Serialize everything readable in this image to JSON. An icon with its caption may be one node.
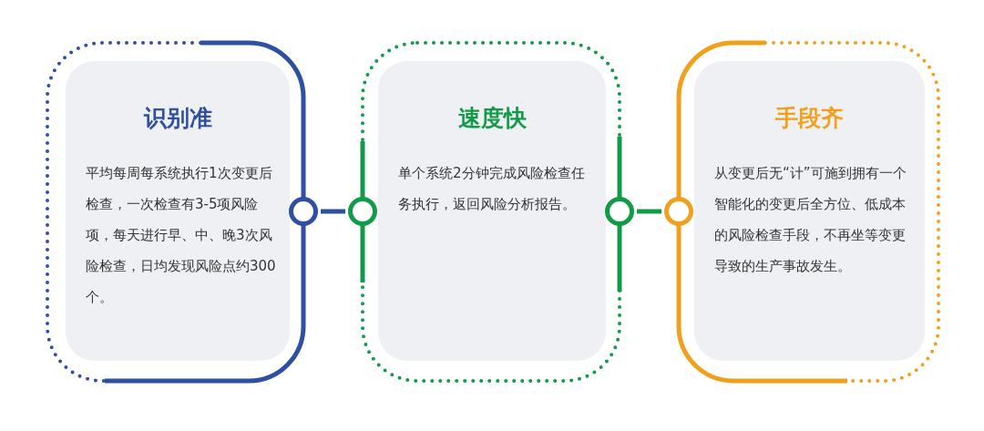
{
  "diagram": {
    "nodes": [
      {
        "text": [
          "识别准",
          "平均每周每系统执行1次变更后检查，一次检查有3-5项风险项，每天进行早、中、晚3次风险检查，日均发现风险点约300个。"
        ]
      },
      {
        "text": [],
        "shape": "circle"
      },
      {
        "text": [],
        "shape": "circle"
      },
      {
        "text": [
          "速度快",
          "单个系统2分钟完成风险检查任务执行，返回风险分析报告。"
        ]
      },
      {
        "text": [],
        "shape": "circle"
      },
      {
        "text": [],
        "shape": "circle"
      },
      {
        "text": [
          "手段齐",
          "从变更后无“计”可施到拥有一个智能化的变更后全方位、低成本的风险检查手段，不再坐等变更导致的生产事故发生。"
        ]
      }
    ],
    "edges": [
      {
        "from": 1,
        "to": 2,
        "arrow": "none",
        "color": "#2f4fa0"
      },
      {
        "from": 4,
        "to": 5,
        "arrow": "none",
        "color": "#119a48"
      }
    ]
  }
}
